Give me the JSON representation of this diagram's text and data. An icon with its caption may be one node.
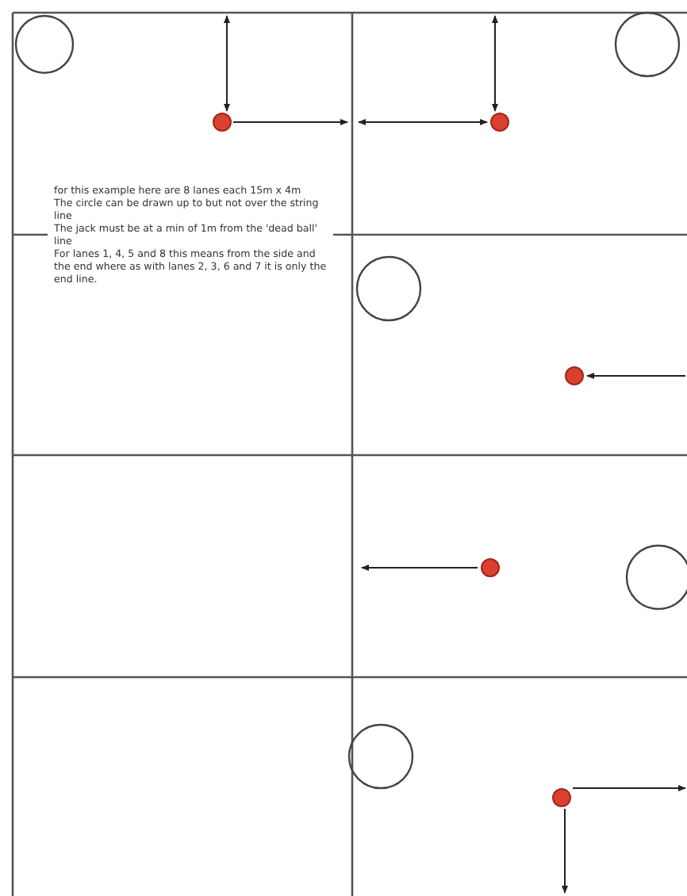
{
  "diagram": {
    "labels": [
      "for this example here are 8 lanes each 15m x 4m",
      "The circle can be drawn up to but not over the string line",
      "The jack must be at a min of 1m from the 'dead ball' line",
      "For lanes 1, 4, 5 and 8 this means from the side and the end where as with lanes 2, 3, 6 and 7 it is only the end line."
    ]
  }
}
